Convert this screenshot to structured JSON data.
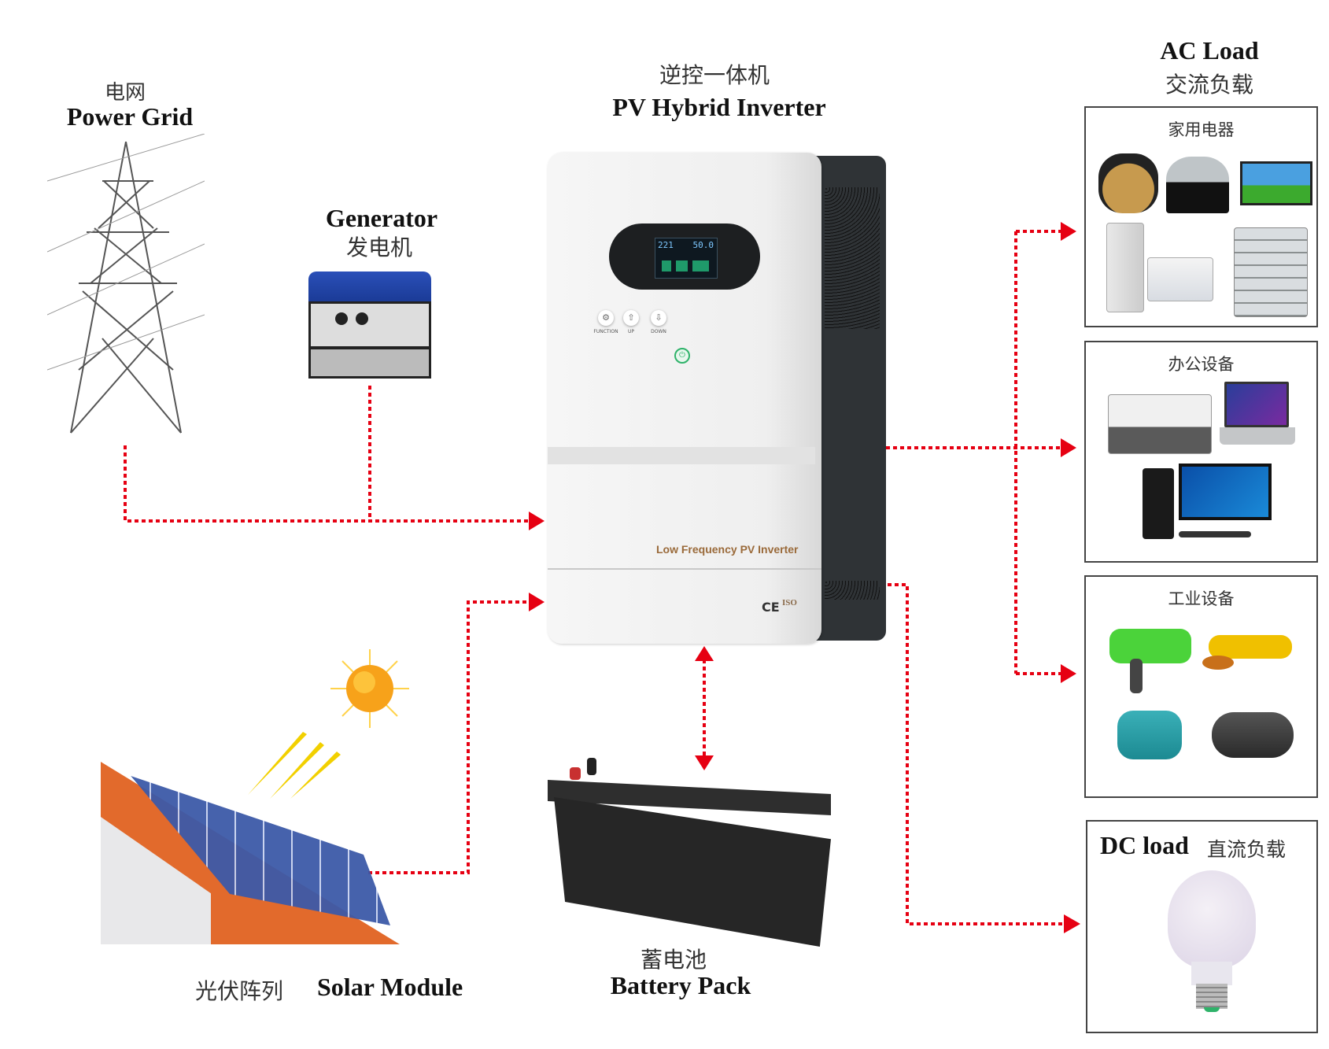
{
  "title": {
    "cn": "逆控一体机",
    "en": "PV Hybrid Inverter"
  },
  "sources": {
    "grid": {
      "cn": "电网",
      "en": "Power Grid"
    },
    "generator": {
      "en": "Generator",
      "cn": "发电机"
    },
    "solar": {
      "cn": "光伏阵列",
      "en": "Solar Module"
    },
    "battery": {
      "cn": "蓄电池",
      "en": "Battery Pack"
    }
  },
  "inverter": {
    "display_left": "221",
    "display_right": "50.0",
    "buttons": [
      "FUNCTION",
      "UP",
      "DOWN"
    ],
    "model_text": "Low Frequency PV Inverter",
    "cert_ce": "CE",
    "cert_iso": "ISO"
  },
  "loads": {
    "ac": {
      "en": "AC Load",
      "cn": "交流负载",
      "groups": [
        {
          "title": "家用电器",
          "items": [
            "pressure-cooker",
            "induction-cooker",
            "television",
            "floor-air-conditioner",
            "split-air-conditioner",
            "refrigerator"
          ]
        },
        {
          "title": "办公设备",
          "items": [
            "fax-machine",
            "laptop",
            "desktop-computer"
          ]
        },
        {
          "title": "工业设备",
          "items": [
            "electric-drill",
            "angle-grinder",
            "electric-motor",
            "air-compressor"
          ]
        }
      ]
    },
    "dc": {
      "en": "DC load",
      "cn": "直流负载",
      "items": [
        "led-bulb"
      ]
    }
  },
  "colors": {
    "connector": "#e60012",
    "box_border": "#444444",
    "inverter_model_text": "#9a6a3a"
  }
}
